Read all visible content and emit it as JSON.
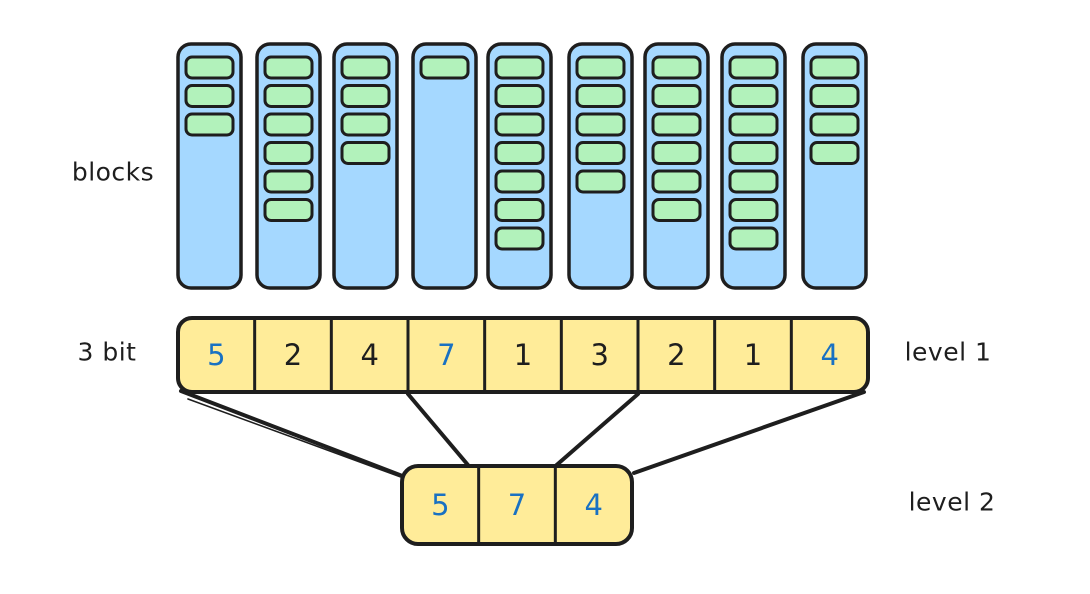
{
  "labels": {
    "blocks": "blocks",
    "bits": "3 bit",
    "level1": "level 1",
    "level2": "level 2"
  },
  "colors": {
    "background": "#ffffff",
    "stroke": "#1e1e1e",
    "block_fill": "#a5d8ff",
    "mini_cell_fill": "#b2f2bb",
    "row_fill": "#ffec99",
    "number_text": "#1e1e1e",
    "highlight_number_text": "#1971c2"
  },
  "blocks": {
    "count": 9,
    "green_cells_per_block": [
      3,
      6,
      4,
      1,
      7,
      5,
      6,
      7,
      4
    ]
  },
  "level1": {
    "cells": [
      {
        "value": "5",
        "highlight": true
      },
      {
        "value": "2",
        "highlight": false
      },
      {
        "value": "4",
        "highlight": false
      },
      {
        "value": "7",
        "highlight": true
      },
      {
        "value": "1",
        "highlight": false
      },
      {
        "value": "3",
        "highlight": false
      },
      {
        "value": "2",
        "highlight": false
      },
      {
        "value": "1",
        "highlight": false
      },
      {
        "value": "4",
        "highlight": true
      }
    ]
  },
  "level2": {
    "cells": [
      {
        "value": "5",
        "highlight": true
      },
      {
        "value": "7",
        "highlight": true
      },
      {
        "value": "4",
        "highlight": true
      }
    ]
  },
  "connections": [
    {
      "from": "level1-left-edge",
      "to": "level2-left-edge",
      "style": "double"
    },
    {
      "from": "level1-divider-3",
      "to": "level2-divider-1",
      "style": "single"
    },
    {
      "from": "level1-divider-6",
      "to": "level2-divider-2",
      "style": "single"
    },
    {
      "from": "level1-right-edge",
      "to": "level2-right-edge",
      "style": "single"
    }
  ]
}
